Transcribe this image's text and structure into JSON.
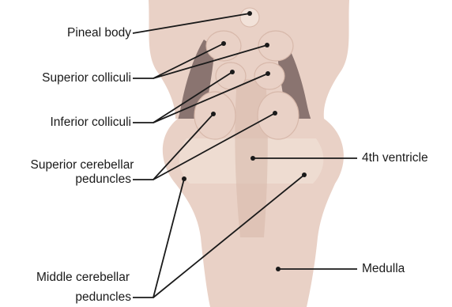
{
  "labels": {
    "pineal_body": "Pineal body",
    "superior_colliculi": "Superior colliculi",
    "inferior_colliculi": "Inferior colliculi",
    "superior_cerebellar_peduncles_line1": "Superior cerebellar",
    "superior_cerebellar_peduncles_line2": "peduncles",
    "middle_cerebellar_peduncles_line1": "Middle cerebellar",
    "middle_cerebellar_peduncles_line2": "peduncles",
    "fourth_ventricle": "4th ventricle",
    "medulla": "Medulla"
  },
  "colors": {
    "tissue": "#e9d1c6",
    "tissue_light": "#f2e2d9",
    "tissue_dark": "#d7b8aa",
    "shadow": "#8a7470",
    "line": "#1a1a1a"
  }
}
